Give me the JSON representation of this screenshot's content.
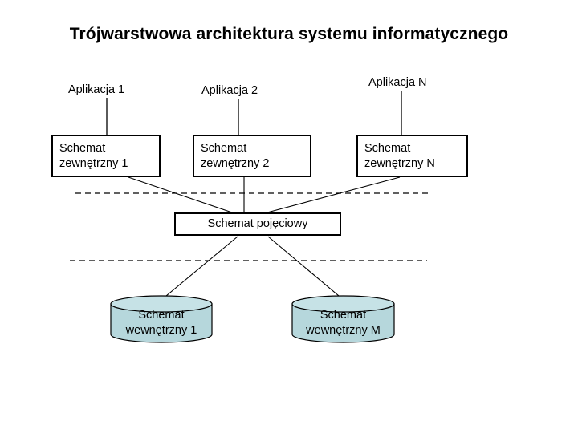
{
  "title": "Trójwarstwowa architektura systemu informatycznego",
  "colors": {
    "cylinder_fill": "#b6d7dc",
    "cylinder_top_fill": "#c6e2e6",
    "stroke": "#000000",
    "background": "#ffffff"
  },
  "applications": [
    {
      "label": "Aplikacja 1"
    },
    {
      "label": "Aplikacja 2"
    },
    {
      "label": "Aplikacja N"
    }
  ],
  "external_schemas": [
    {
      "label": "Schemat\nzewnętrzny 1"
    },
    {
      "label": "Schemat\nzewnętrzny 2"
    },
    {
      "label": "Schemat\nzewnętrzny N"
    }
  ],
  "conceptual_schema": {
    "label": "Schemat pojęciowy"
  },
  "internal_schemas": [
    {
      "label": "Schemat\nwewnętrzny 1"
    },
    {
      "label": "Schemat\nwewnętrzny M"
    }
  ]
}
